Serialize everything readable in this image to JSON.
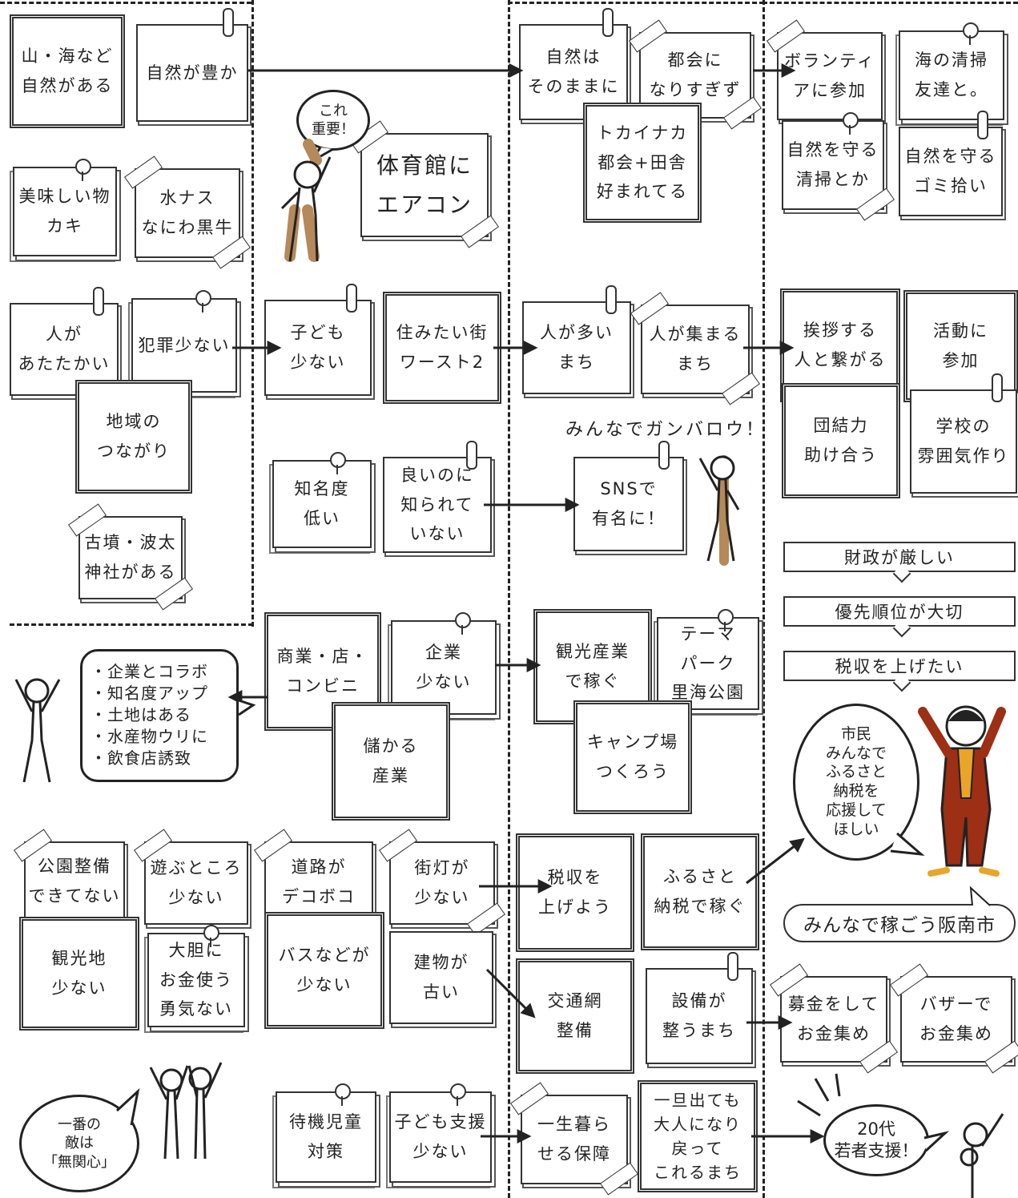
{
  "notes": {
    "n1": "山・海など\n自然がある",
    "n2": "自然が豊か",
    "n3": "美味しい物\nカキ",
    "n4": "水ナス\nなにわ黒牛",
    "n5": "人が\nあたたかい",
    "n6": "犯罪少ない",
    "n7": "地域の\nつながり",
    "n8": "古墳・波太\n神社がある",
    "n9": "体育館に\nエアコン",
    "n10": "子ども\n少ない",
    "n11": "住みたい街\nワースト2",
    "n12": "知名度\n低い",
    "n13": "良いのに\n知られて\nいない",
    "n14": "商業・店・\nコンビニ",
    "n15": "企業\n少ない",
    "n16": "儲かる\n産業",
    "n17": "自然は\nそのままに",
    "n18": "都会に\nなりすぎず",
    "n19": "トカイナカ\n都会+田舎\n好まれてる",
    "n20": "人が多い\nまち",
    "n21": "人が集まる\nまち",
    "n22": "SNSで\n有名に！",
    "n23": "観光産業\nで稼ぐ",
    "n24": "テーマ\nパーク\n里海公園",
    "n25": "キャンプ場\nつくろう",
    "n26": "ボランティ\nアに参加",
    "n27": "海の清掃\n友達と。",
    "n28": "自然を守る\n清掃とか",
    "n29": "自然を守る\nゴミ拾い",
    "n30": "挨拶する\n人と繋がる",
    "n31": "活動に\n参加",
    "n32": "団結力\n助け合う",
    "n33": "学校の\n雰囲気作り",
    "n34": "公園整備\nできてない",
    "n35": "遊ぶところ\n少ない",
    "n36": "道路が\nデコボコ",
    "n37": "街灯が\n少ない",
    "n38": "観光地\n少ない",
    "n39": "大胆に\nお金使う\n勇気ない",
    "n40": "バスなどが\n少ない",
    "n41": "建物が\n古い",
    "n42": "税収を\n上げよう",
    "n43": "ふるさと\n納税で稼ぐ",
    "n44": "交通網\n整備",
    "n45": "設備が\n整うまち",
    "n46": "募金をして\nお金集め",
    "n47": "バザーで\nお金集め",
    "n48": "待機児童\n対策",
    "n49": "子ども支援\n少ない",
    "n50": "一生暮ら\nせる保障",
    "n51": "一旦出ても\n大人になり\n戻って\nこれるまち"
  },
  "speech": {
    "important": "これ\n重要！",
    "ganbarou": "みんなでガンバロウ！",
    "citizens": "市民\nみんなで\nふるさと\n納税を\n応援して\nほしい",
    "enemy": "一番の\n敵は\n「無関心」",
    "youth": "20代\n若者支援！"
  },
  "list_bubble": [
    "・企業とコラボ",
    "・知名度アップ",
    "・土地はある",
    "・水産物ウリに",
    "・飲食店誘致"
  ],
  "banners": [
    "財政が厳しい",
    "優先順位が大切",
    "税収を上げたい"
  ],
  "slogan": "みんなで稼ごう阪南市",
  "colors": {
    "figure_outline": "#b5895a",
    "figure_fill": "#ffffff",
    "suit": "#9c2f14",
    "shirt": "#e8a52a",
    "ink": "#222222"
  }
}
